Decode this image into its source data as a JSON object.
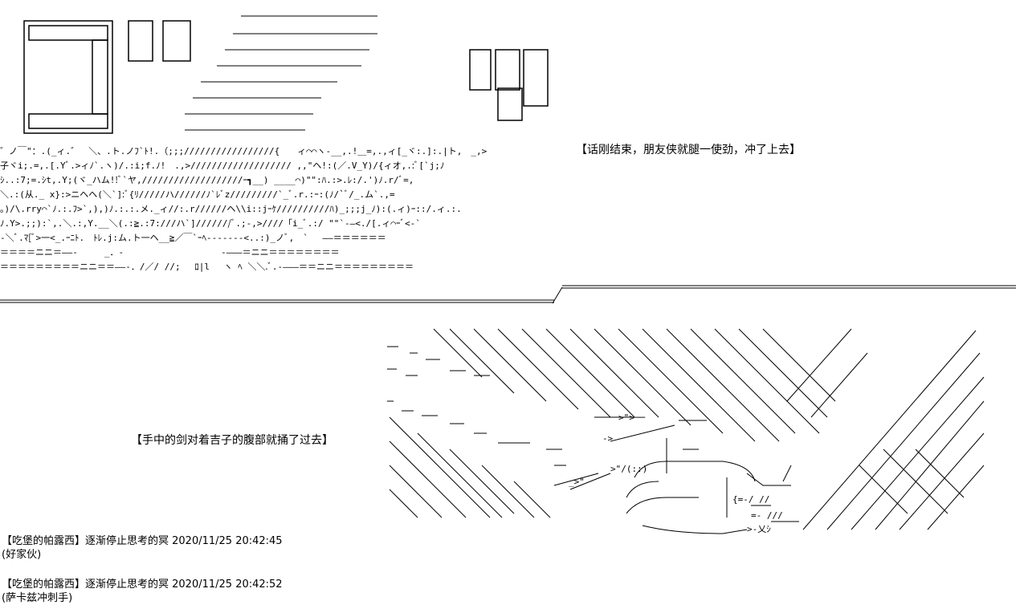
{
  "captions": {
    "first": "【话刚结束，朋友侠就腿一使劲，冲了上去】",
    "second": "【手中的剑对着吉子的腹部就捅了过去】"
  },
  "posts": [
    {
      "header": "【吃堡的帕露西】逐渐停止思考的冥 2020/11/25 20:42:45",
      "body": "(好家伙)"
    },
    {
      "header": "【吃堡的帕露西】逐渐停止思考的冥 2020/11/25 20:42:52",
      "body": "(萨卡兹冲刺手)"
    }
  ],
  "colors": {
    "ink": "#000000",
    "background": "#ffffff"
  }
}
